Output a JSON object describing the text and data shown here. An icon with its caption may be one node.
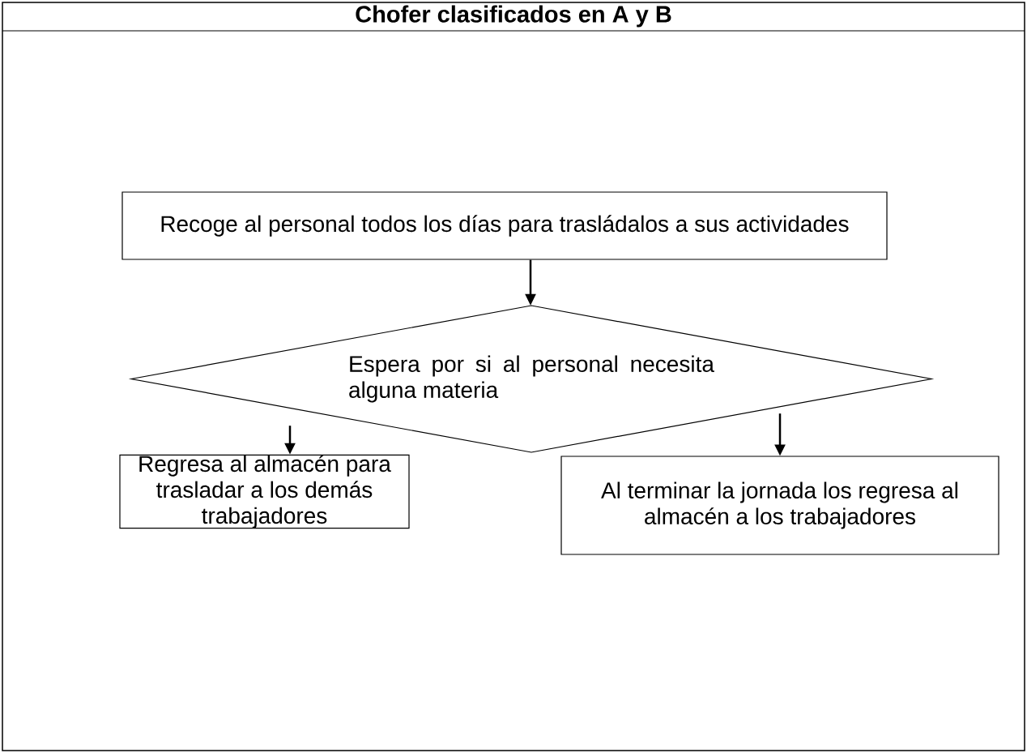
{
  "diagram": {
    "title": "Chofer  clasificados en A y B",
    "nodes": [
      {
        "text": [
          "Recoge al personal todos los días para trasládalos a sus actividades"
        ]
      },
      {
        "text": [
          "Espera por si al personal necesita alguna materia"
        ]
      },
      {
        "text": [
          "Regresa al almacén para trasladar a los demás trabajadores"
        ]
      },
      {
        "text": [
          "Al terminar la jornada los regresa al almacén a los trabajadores"
        ]
      }
    ],
    "edges": [
      {
        "from": 0,
        "to": 1,
        "arrow": "to"
      },
      {
        "from": 1,
        "to": 2,
        "arrow": "to"
      },
      {
        "from": 1,
        "to": 3,
        "arrow": "to"
      }
    ]
  }
}
